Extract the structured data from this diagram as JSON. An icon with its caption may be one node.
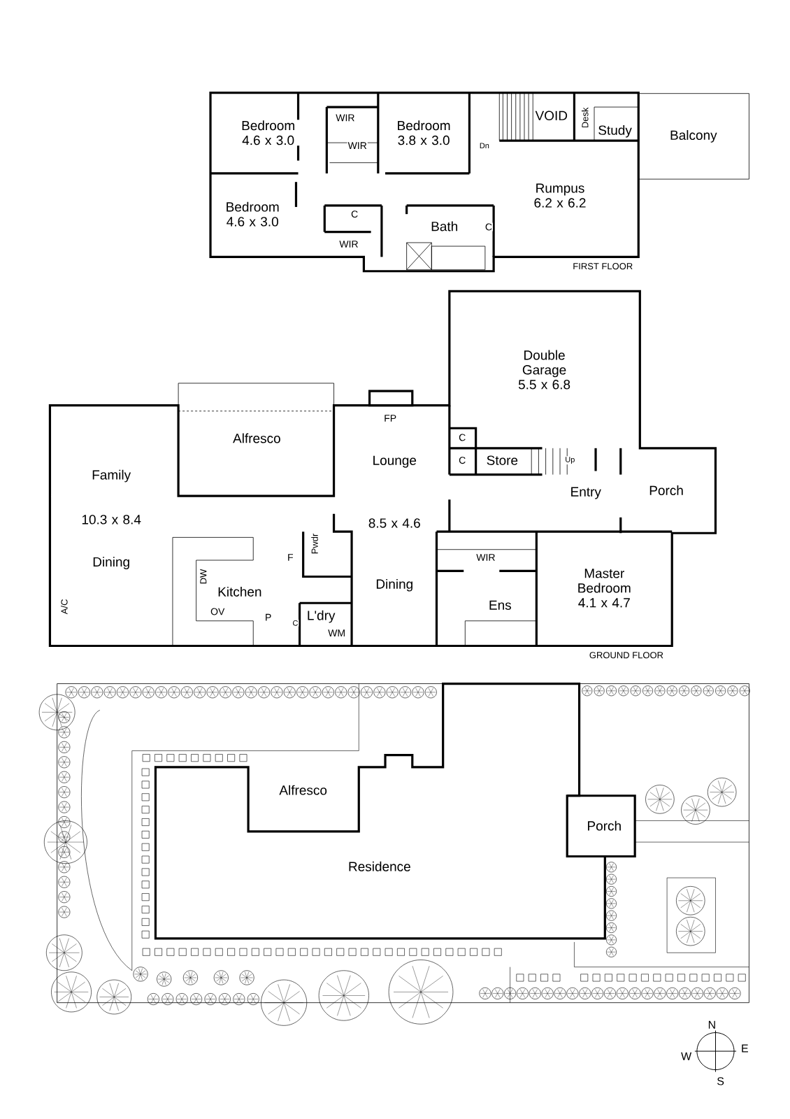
{
  "diagram": {
    "labels": [
      "Bedroom 4.6 x 3.0",
      "WIR",
      "WIR",
      "Bedroom 3.8 x 3.0",
      "Dn",
      "VOID",
      "Desk",
      "Study",
      "Balcony",
      "Bedroom 4.6 x 3.0",
      "C",
      "Rumpus 6.2 x 6.2",
      "Bath",
      "C",
      "WIR",
      "FIRST FLOOR",
      "Double Garage 5.5 x 6.8",
      "FP",
      "Alfresco",
      "C",
      "C",
      "Store",
      "Up",
      "Lounge",
      "Family",
      "Entry",
      "Porch",
      "10.3 x 8.4",
      "8.5 x 4.6",
      "Pwdr",
      "WIR",
      "Dining",
      "F",
      "DW",
      "Master Bedroom 4.1 x 4.7",
      "Dining",
      "Kitchen",
      "Ens",
      "A/C",
      "OV",
      "P",
      "L'dry",
      "C",
      "WM",
      "GROUND FLOOR",
      "Alfresco",
      "Porch",
      "Residence",
      "N",
      "W",
      "E",
      "S"
    ]
  }
}
